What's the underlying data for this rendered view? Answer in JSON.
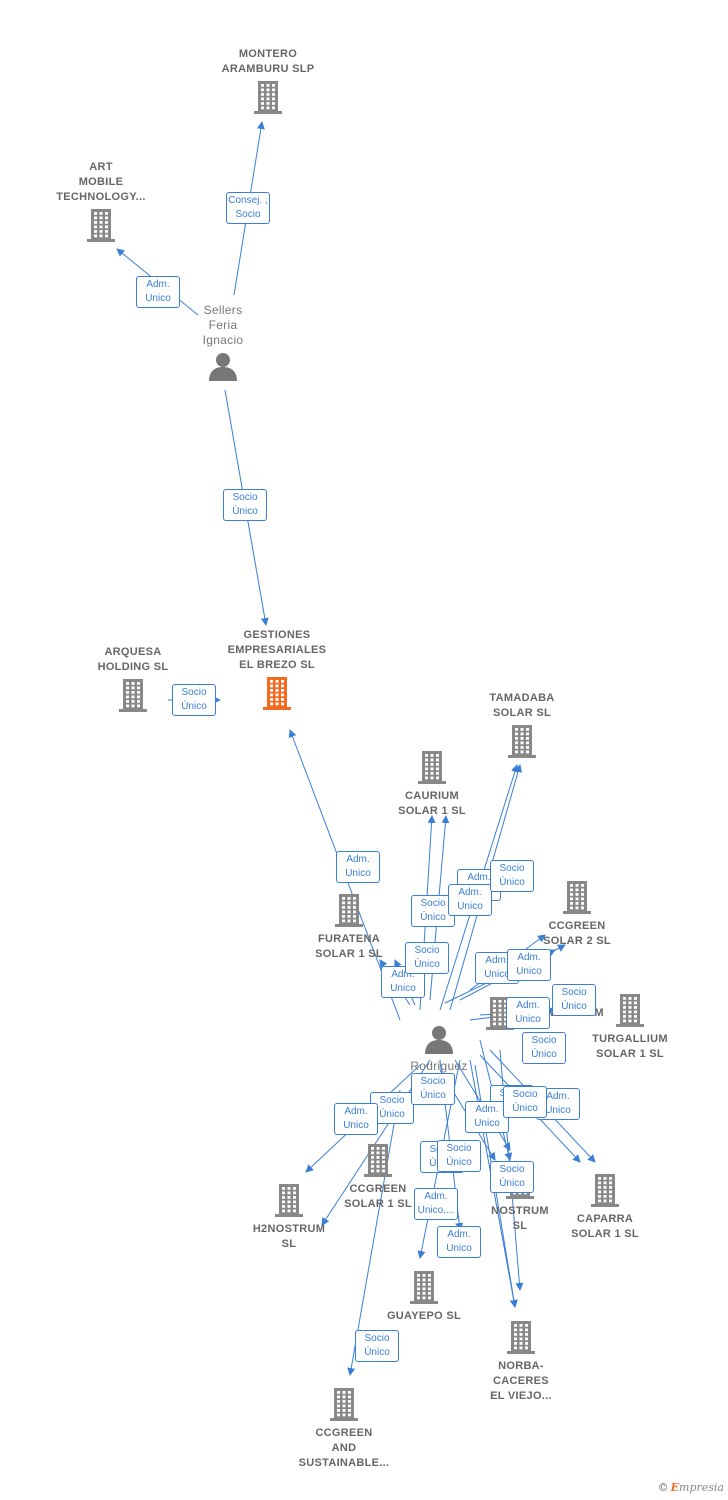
{
  "colors": {
    "edge": "#3a7fd5",
    "company": "#888888",
    "focus": "#f26b21",
    "person": "#777777"
  },
  "nodes": [
    {
      "id": "montero",
      "type": "company",
      "label": "MONTERO\nARAMBURU  SLP"
    },
    {
      "id": "art",
      "type": "company",
      "label": "ART\nMOBILE\nTECHNOLOGY..."
    },
    {
      "id": "sellers",
      "type": "person",
      "label": "Sellers\nFeria\nIgnacio"
    },
    {
      "id": "gestiones",
      "type": "focus",
      "label": "GESTIONES\nEMPRESARIALES\nEL BREZO  SL"
    },
    {
      "id": "arquesa",
      "type": "company",
      "label": "ARQUESA\nHOLDING  SL"
    },
    {
      "id": "tamadaba",
      "type": "company",
      "label": "TAMADABA\nSOLAR  SL"
    },
    {
      "id": "caurium",
      "type": "company",
      "label": "CAURIUM\nSOLAR 1  SL"
    },
    {
      "id": "furatena",
      "type": "company",
      "label": "FURATENA\nSOLAR 1  SL"
    },
    {
      "id": "ccgreen2",
      "type": "company",
      "label": "CCGREEN\nSOLAR 2  SL"
    },
    {
      "id": "turgallium",
      "type": "company",
      "label": "TURGALLIUM\nSOLAR 1  SL"
    },
    {
      "id": "ingenostrum",
      "type": "company",
      "label": "INGENOSTRUM"
    },
    {
      "id": "rodriguez",
      "type": "person",
      "label": "Rodriguez\nz\n0"
    },
    {
      "id": "ccgreen1",
      "type": "company",
      "label": "CCGREEN\nSOLAR 1  SL"
    },
    {
      "id": "h2nostrum",
      "type": "company",
      "label": "H2NOSTRUM\nSL"
    },
    {
      "id": "nostrum",
      "type": "company",
      "label": "NOSTRUM\nSL"
    },
    {
      "id": "caparra",
      "type": "company",
      "label": "CAPARRA\nSOLAR 1  SL"
    },
    {
      "id": "guayepo",
      "type": "company",
      "label": "GUAYEPO  SL"
    },
    {
      "id": "norba",
      "type": "company",
      "label": "NORBA-\nCACERES\nEL VIEJO..."
    },
    {
      "id": "ccgreensust",
      "type": "company",
      "label": "CCGREEN\nAND\nSUSTAINABLE..."
    }
  ],
  "edge_labels": [
    "Consej. ,\nSocio",
    "Adm.\nUnico",
    "Socio\nÚnico",
    "Socio\nÚnico",
    "Adm.\nUnico",
    "Socio\nÚnico",
    "Adm.\nUnico",
    "Adm.\nUnico",
    "Adm.\nUnico",
    "Socio\nÚnico",
    "Adm.\nUnico",
    "Adm.\nUnico",
    "Socio\nÚnico",
    "Adm.\nUnico",
    "Socio\nÚnico",
    "Socio\nÚnico",
    "Socio\nÚnico",
    "Adm.\nUnico",
    "Adm.\nUnico",
    "Socio\nÚnico",
    "Socio\nÚnico",
    "Socio\nÚnico",
    "Adm.\nUnico,...",
    "Adm.\nUnico",
    "Socio\nÚnico",
    "Socio\nÚnico",
    "Adm.\nUnico",
    "Socio\nÚnico",
    "Socio\nÚnico"
  ],
  "brand": {
    "copyright": "©",
    "name_initial": "E",
    "name_rest": "mpresia"
  }
}
